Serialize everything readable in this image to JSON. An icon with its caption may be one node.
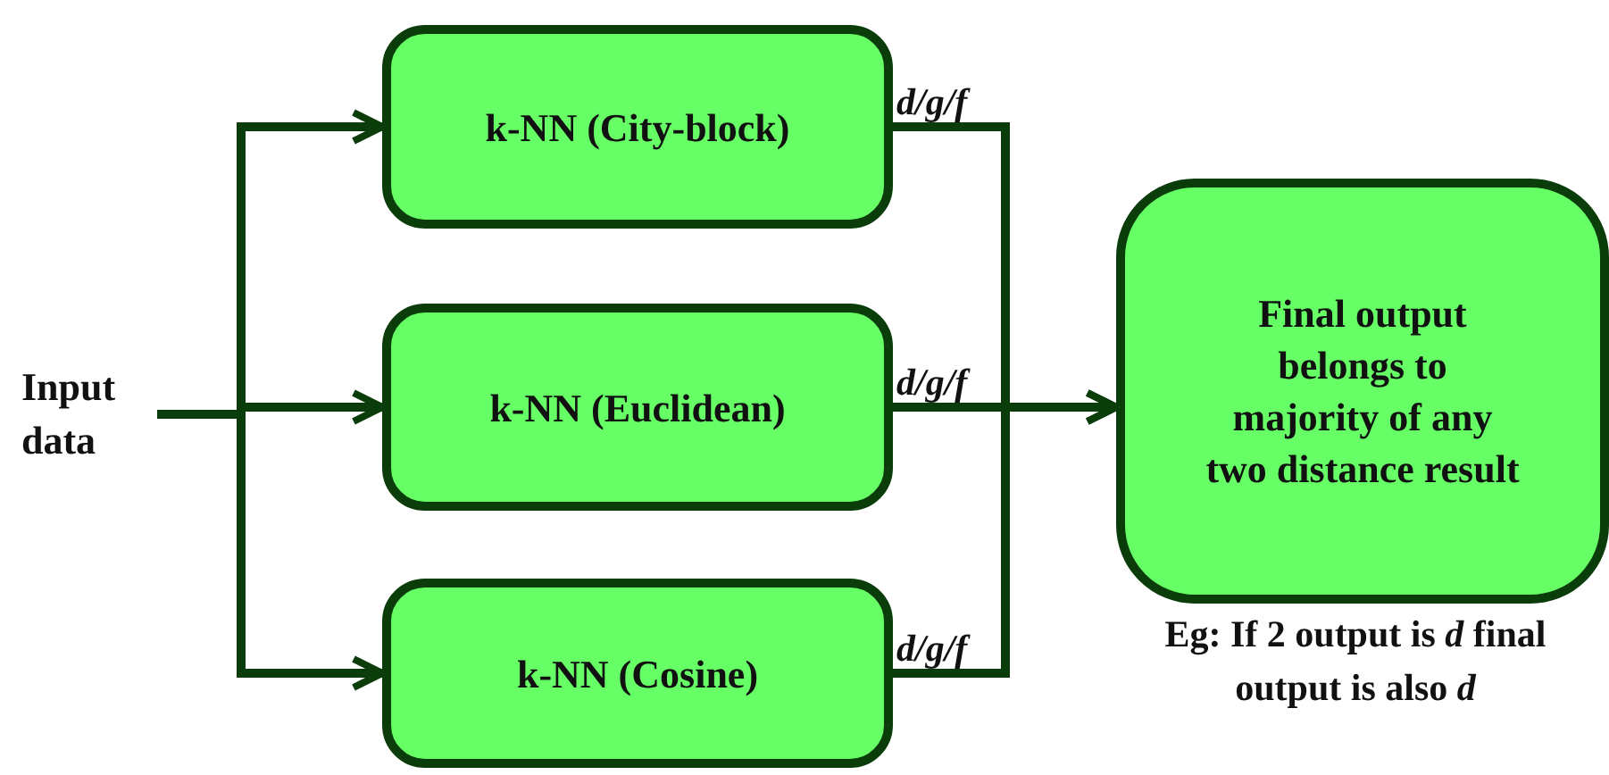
{
  "diagram": {
    "nodes": [
      {
        "text": [
          "Input data"
        ]
      },
      {
        "text": [
          "k-NN (City-block)"
        ]
      },
      {
        "text": [
          "k-NN (Euclidean)"
        ]
      },
      {
        "text": [
          "k-NN (Cosine)"
        ]
      },
      {
        "text": [
          "Final output belongs to majority of any two distance result"
        ],
        "beside": [
          "Eg: If 2 output is *d* final output is also *d*"
        ]
      }
    ],
    "edges": [
      {
        "from": 0,
        "to": 1,
        "arrow": "to"
      },
      {
        "from": 0,
        "to": 2,
        "arrow": "to"
      },
      {
        "from": 0,
        "to": 3,
        "arrow": "to"
      },
      {
        "from": 1,
        "to": 4,
        "arrow": "to",
        "label": "*d/g/f*"
      },
      {
        "from": 2,
        "to": 4,
        "arrow": "to",
        "label": "*d/g/f*"
      },
      {
        "from": 3,
        "to": 4,
        "arrow": "to",
        "label": "*d/g/f*"
      }
    ]
  }
}
